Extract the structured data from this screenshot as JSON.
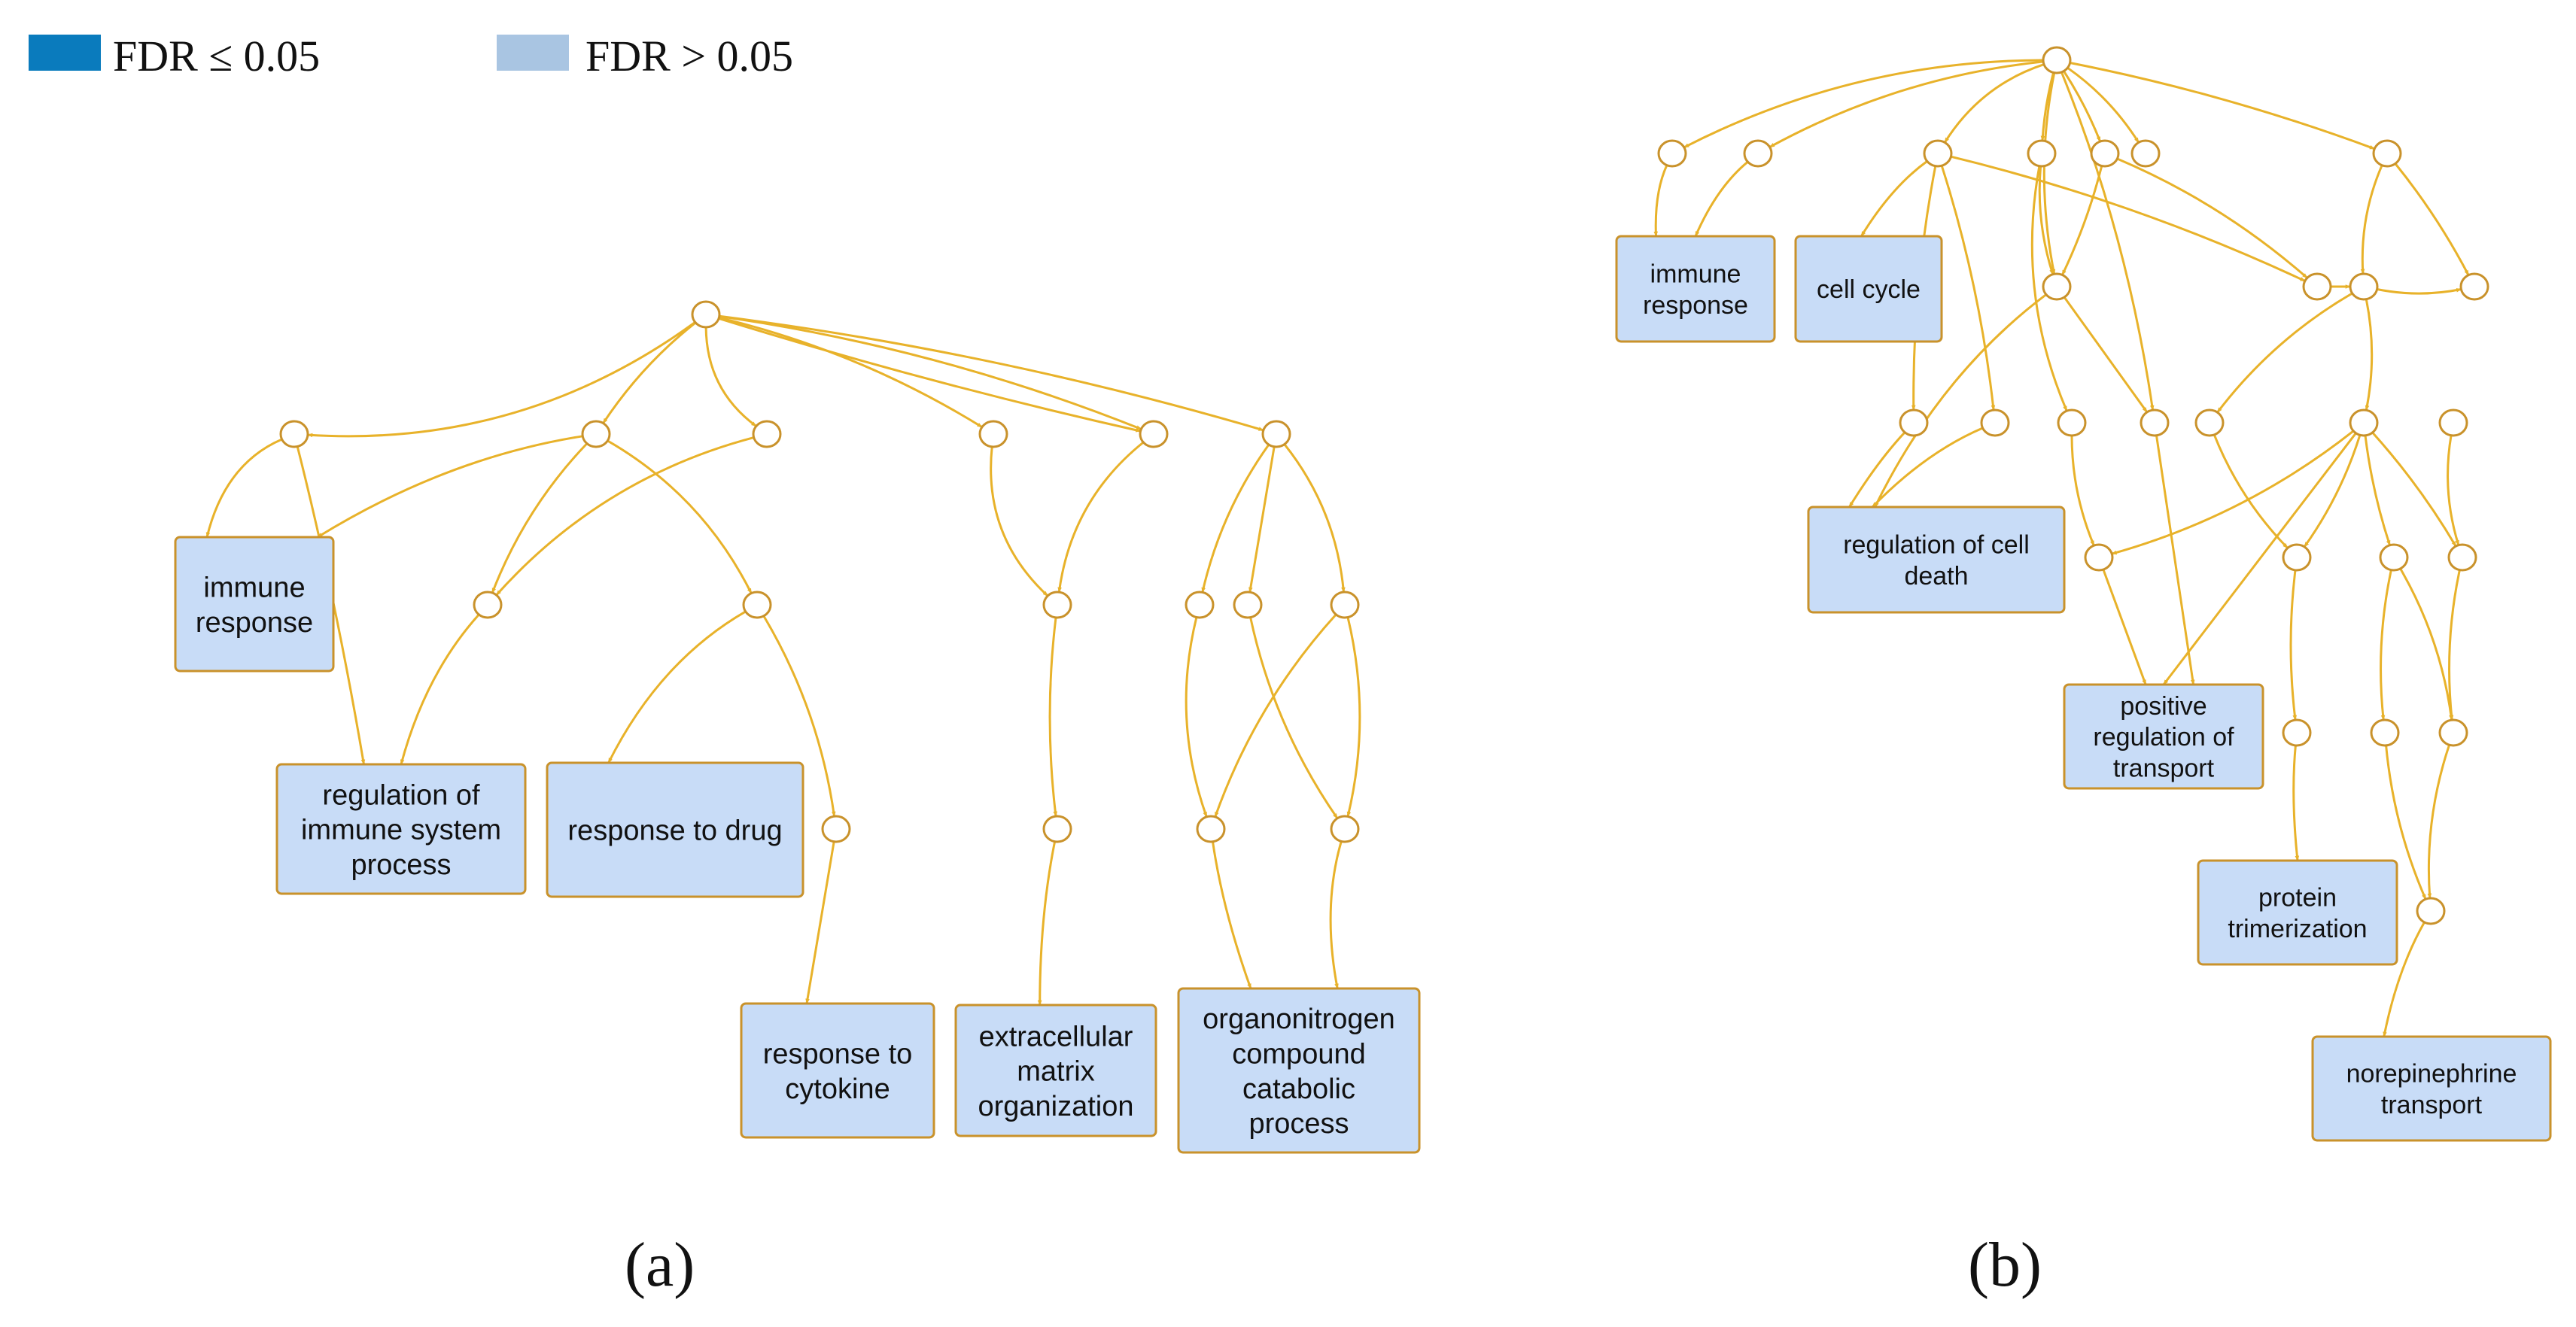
{
  "legend": {
    "significant": {
      "label": "FDR ≤ 0.05",
      "color": "#0a7bbd"
    },
    "not_significant": {
      "label": "FDR > 0.05",
      "color": "#a9c5e2"
    }
  },
  "colors": {
    "edge": "#e8b22a",
    "box_fill": "#c8dcf7",
    "box_border": "#c9922b",
    "node_fill": "#ffffff"
  },
  "panels": {
    "a": {
      "label": "(a)"
    },
    "b": {
      "label": "(b)"
    }
  },
  "terms": {
    "a_immune_response": [
      "immune",
      "response"
    ],
    "a_regulation_immune": [
      "regulation of",
      "immune system",
      "process"
    ],
    "a_response_drug": [
      "response to drug"
    ],
    "a_response_cytokine": [
      "response to",
      "cytokine"
    ],
    "a_extracellular": [
      "extracellular",
      "matrix",
      "organization"
    ],
    "a_organonitrogen": [
      "organonitrogen",
      "compound",
      "catabolic",
      "process"
    ],
    "b_immune_response": [
      "immune",
      "response"
    ],
    "b_cell_cycle": [
      "cell cycle"
    ],
    "b_regulation_cell_death": [
      "regulation of cell",
      "death"
    ],
    "b_positive_regulation": [
      "positive",
      "regulation of",
      "transport"
    ],
    "b_protein_trimerization": [
      "protein",
      "trimerization"
    ],
    "b_norepinephrine": [
      "norepinephrine",
      "transport"
    ]
  }
}
